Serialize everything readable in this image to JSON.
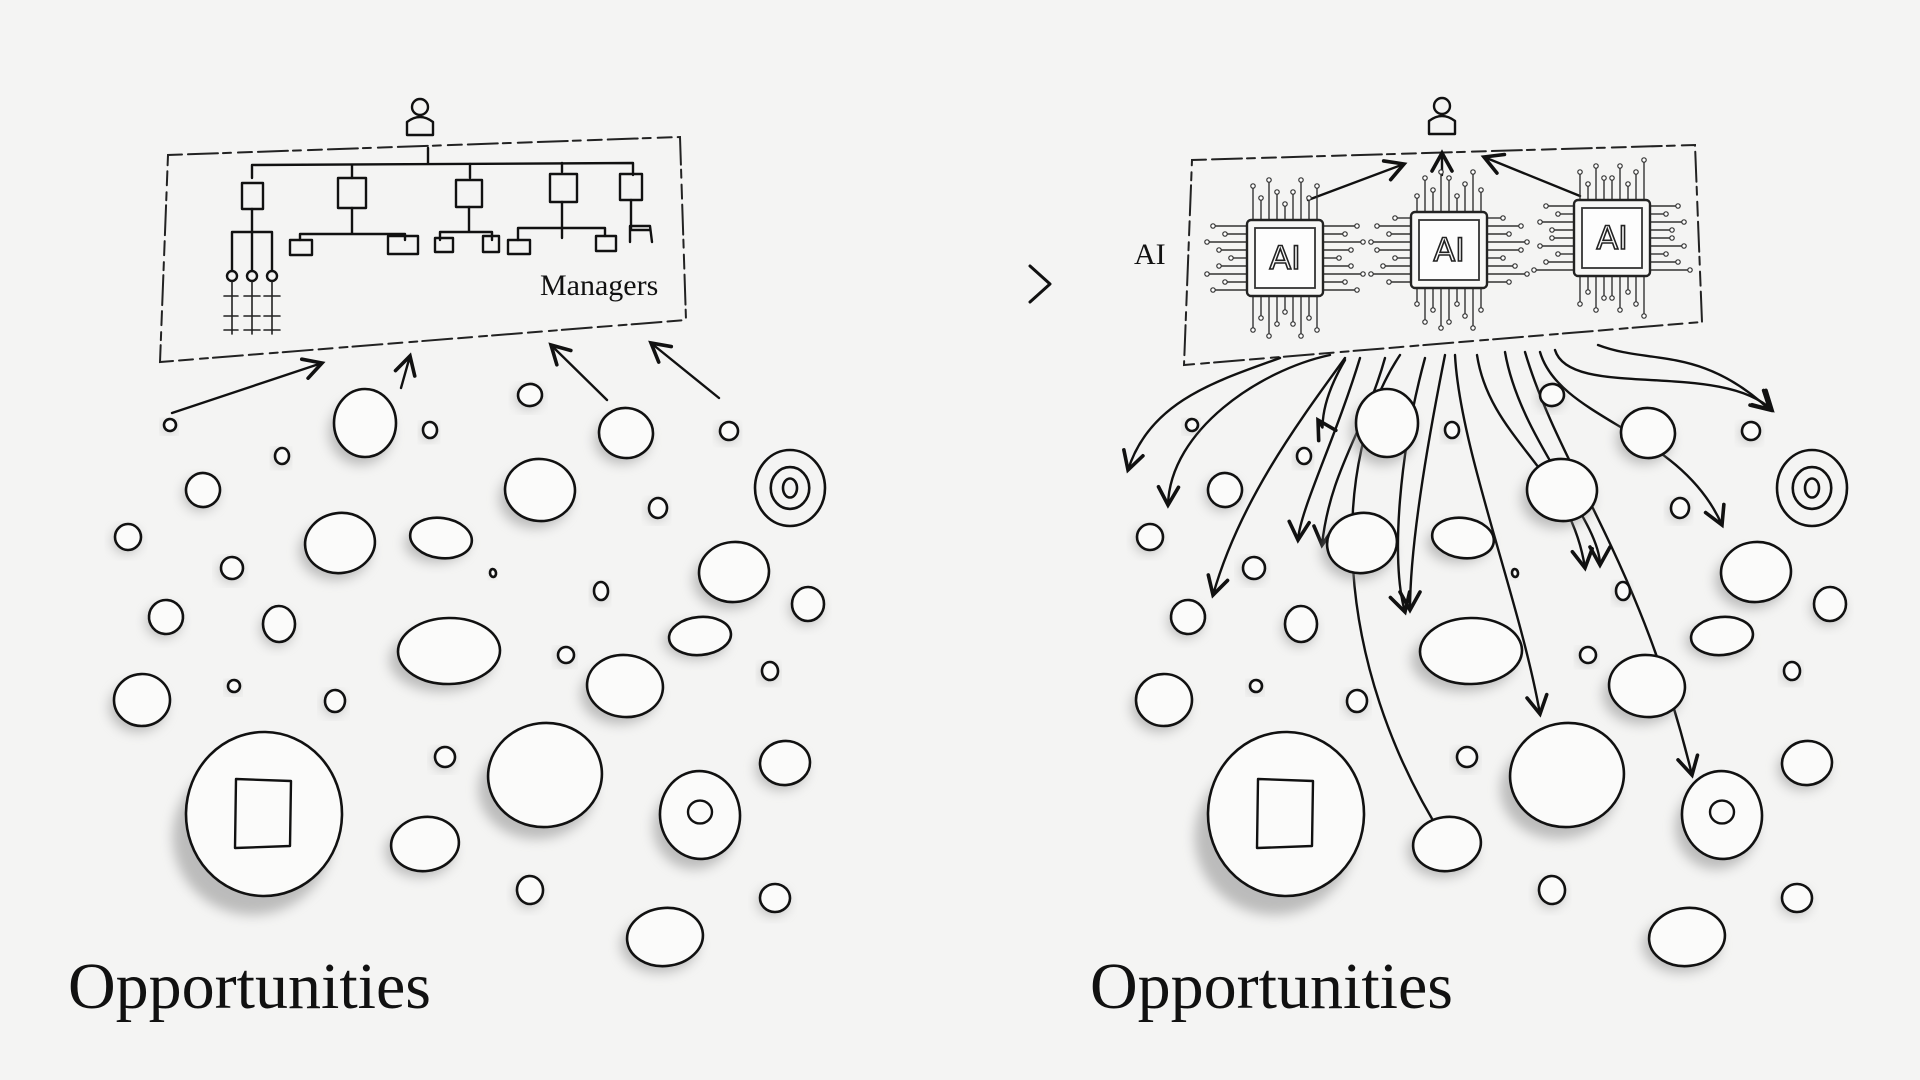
{
  "left_panel": {
    "org_label": "Managers",
    "bottom_label": "Opportunities"
  },
  "right_panel": {
    "ai_side_label": "AI",
    "chip_labels": [
      "AI",
      "AI",
      "AI"
    ],
    "bottom_label": "Opportunities"
  },
  "colors": {
    "ink": "#111111",
    "paper": "#f4f4f3",
    "shadow": "#8e8e8e"
  }
}
